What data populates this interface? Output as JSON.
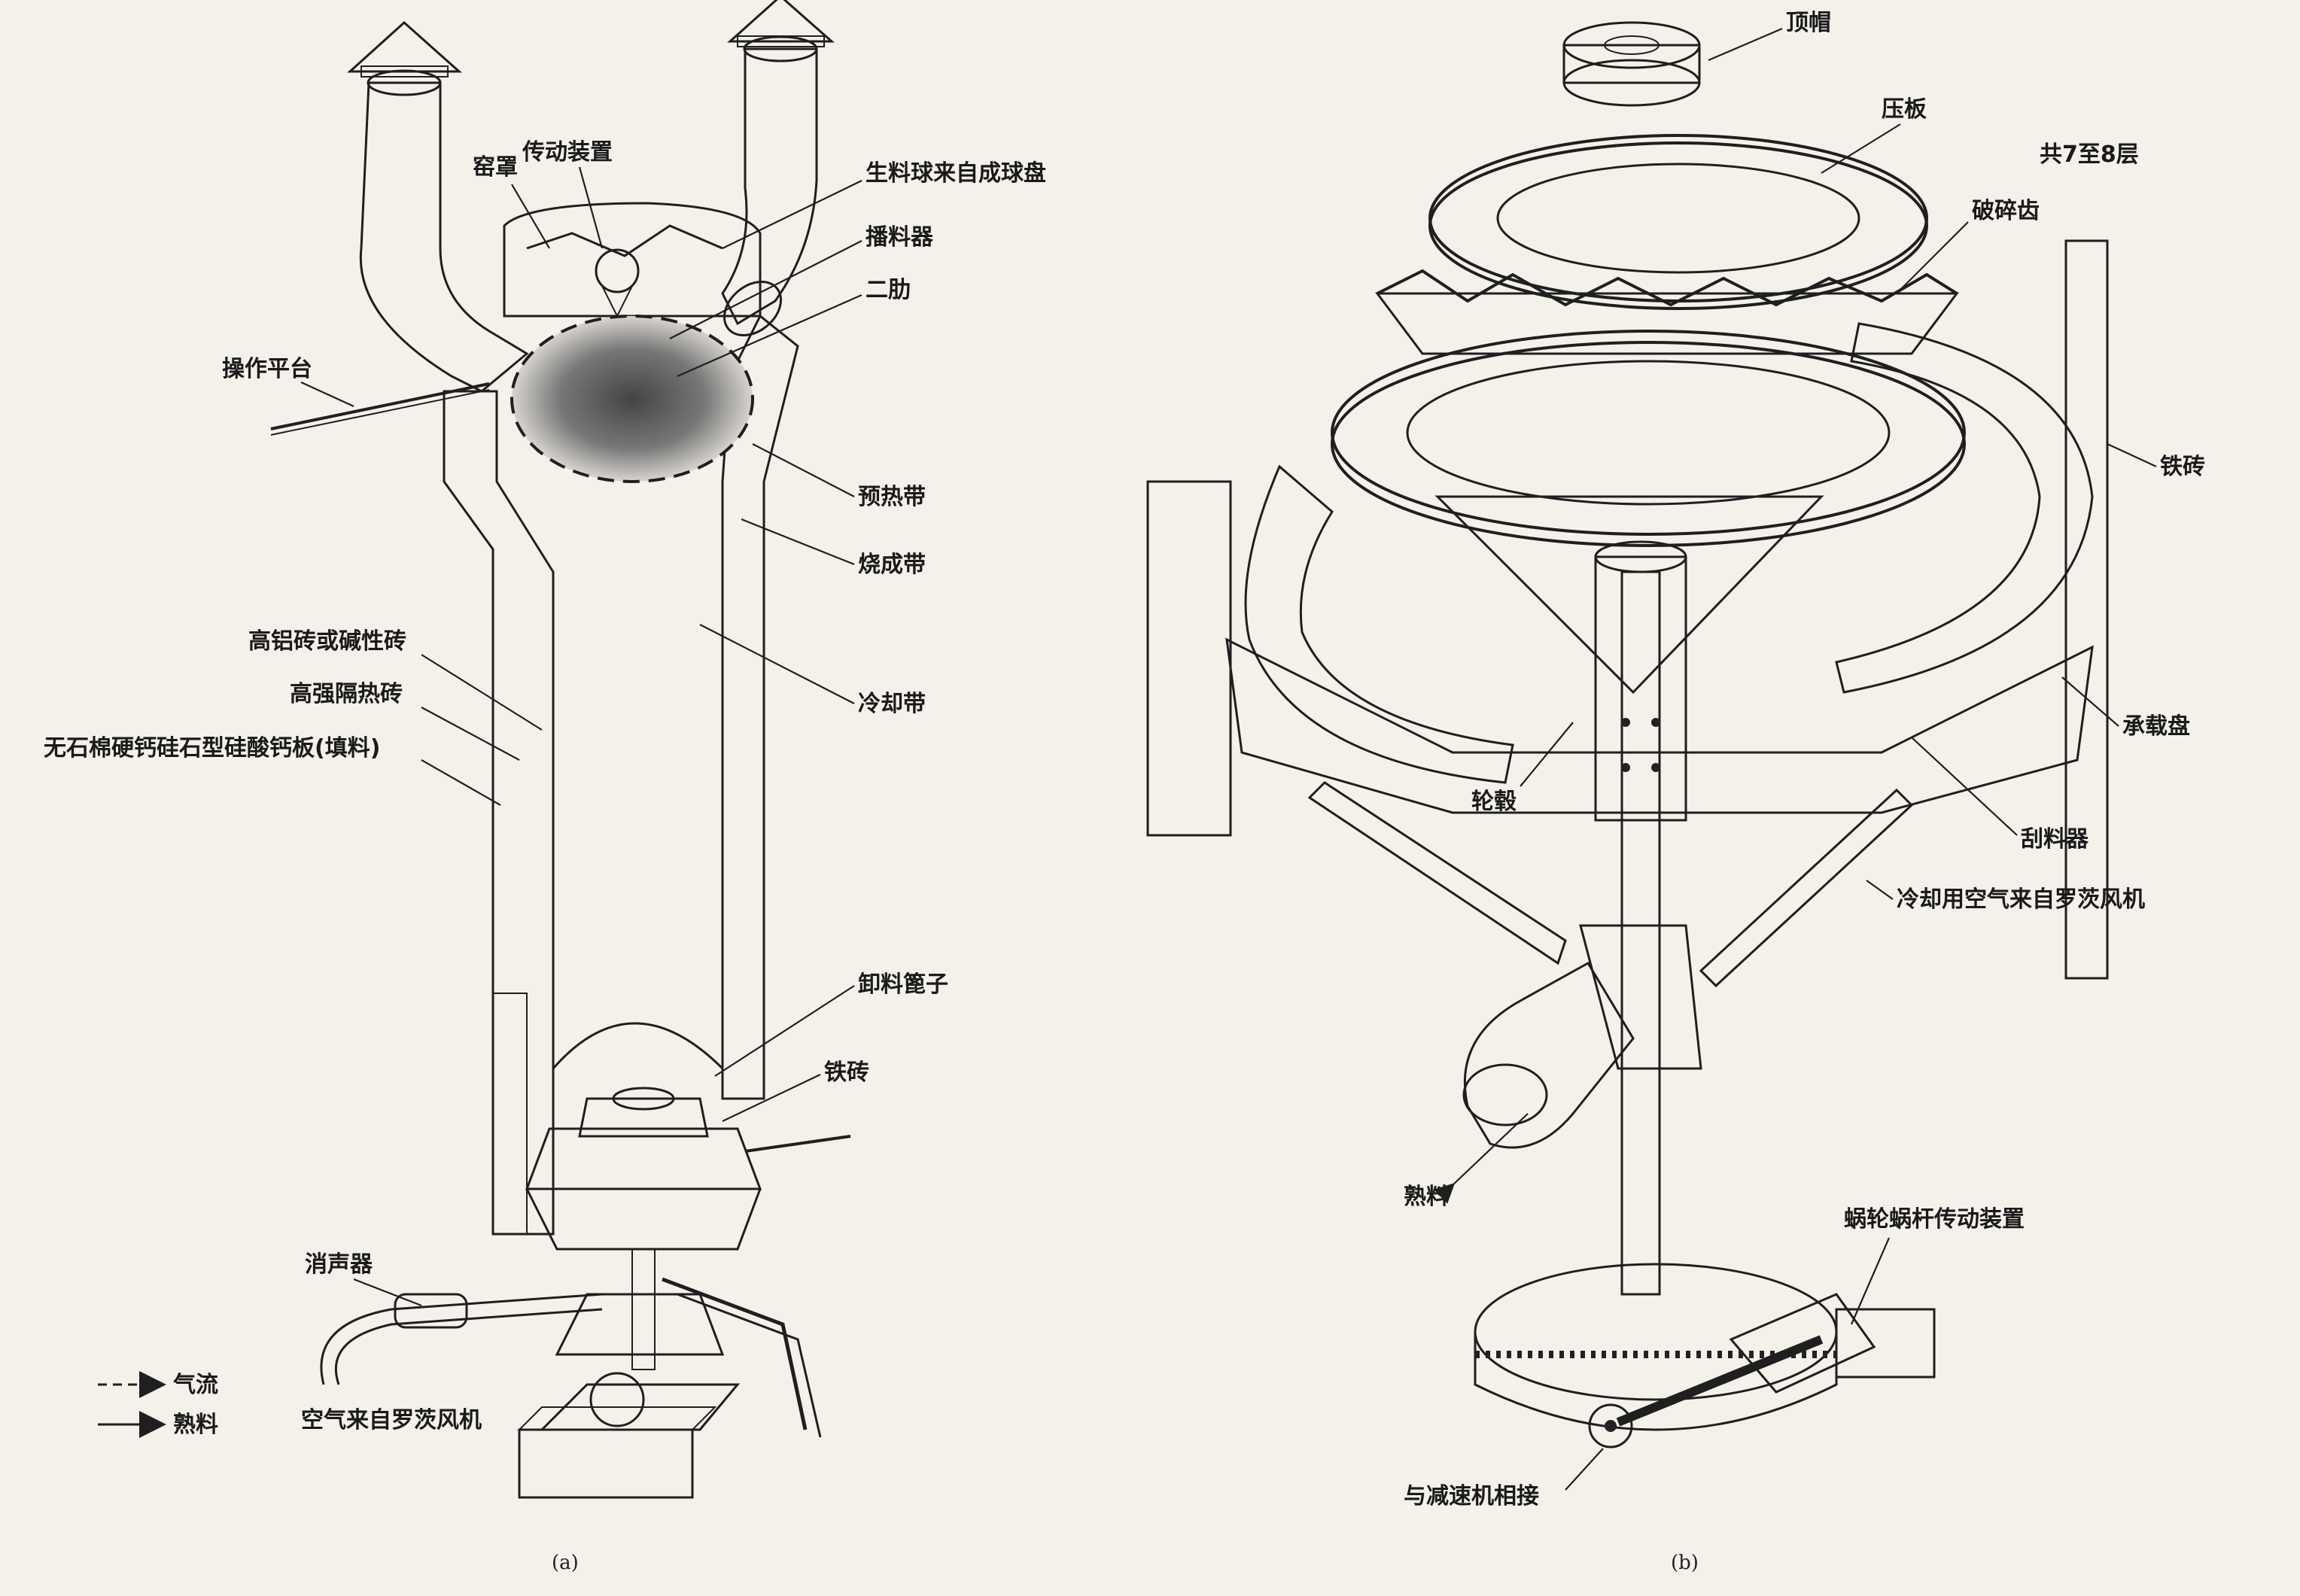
{
  "panel_a": {
    "caption": "(a)",
    "labels": {
      "kiln_hood": "窑罩",
      "drive_device": "传动装置",
      "raw_ball_feed": "生料球来自成球盘",
      "distributor": "播料器",
      "second_rib": "二肋",
      "operating_platform": "操作平台",
      "preheating_zone": "预热带",
      "firing_zone": "烧成带",
      "high_alumina_brick": "高铝砖或碱性砖",
      "cooling_zone": "冷却带",
      "insulating_brick": "高强隔热砖",
      "calcium_silicate_board": "无石棉硬钙硅石型硅酸钙板(填料)",
      "discharge_grate": "卸料篦子",
      "iron_brick": "铁砖",
      "silencer": "消声器",
      "air_from_blower": "空气来自罗茨风机"
    },
    "legend": {
      "airflow": "气流",
      "hot_material": "熟料"
    }
  },
  "panel_b": {
    "caption": "(b)",
    "labels": {
      "top_cap": "顶帽",
      "press_plate": "压板",
      "layers": "共7至8层",
      "crushing_teeth": "破碎齿",
      "iron_brick": "铁砖",
      "bearing_plate": "承载盘",
      "hub": "轮毂",
      "scraper": "刮料器",
      "cooling_air": "冷却用空气来自罗茨风机",
      "hot_material": "熟料",
      "worm_drive": "蜗轮蜗杆传动装置",
      "reducer_link": "与减速机相接"
    }
  },
  "colors": {
    "ink": "#1f1f1f",
    "paper": "#f4f1ea",
    "shade": "#9a9a9a",
    "dark": "#4a4a4a"
  }
}
